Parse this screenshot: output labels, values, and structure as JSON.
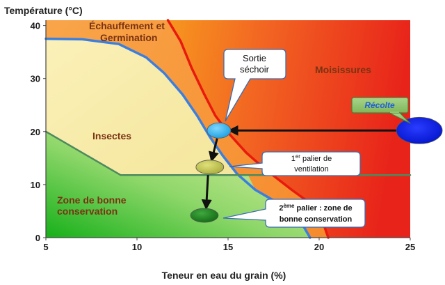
{
  "chart_data": {
    "type": "area",
    "xlabel": "Teneur en eau du grain (%)",
    "ylabel": "Température (°C)",
    "xlim": [
      5,
      25
    ],
    "ylim": [
      0,
      41
    ],
    "xticks": [
      5,
      10,
      15,
      20,
      25
    ],
    "yticks": [
      0,
      10,
      20,
      30,
      40
    ],
    "zones": [
      {
        "label": "Échauffement et Germination",
        "color": "#f99a3c"
      },
      {
        "label": "Moisissures",
        "color": "#ee3b1d"
      },
      {
        "label": "Insectes",
        "color": "#f4e5a0"
      },
      {
        "label": "Zone de bonne conservation",
        "color": "#3fc036"
      }
    ],
    "curves": [
      {
        "color": "#3a7fe0",
        "points": [
          [
            5,
            37.5
          ],
          [
            7,
            37.4
          ],
          [
            9,
            36.5
          ],
          [
            10.5,
            34
          ],
          [
            11.5,
            31
          ],
          [
            12.5,
            27
          ],
          [
            13.3,
            23
          ],
          [
            14,
            19
          ],
          [
            14.7,
            15.5
          ],
          [
            15.5,
            12
          ],
          [
            16.5,
            9
          ],
          [
            18,
            6
          ],
          [
            19,
            3
          ],
          [
            19.5,
            0
          ]
        ]
      },
      {
        "color": "#e81a0e",
        "points": [
          [
            11.7,
            41
          ],
          [
            12.4,
            37
          ],
          [
            13,
            32
          ],
          [
            13.7,
            27
          ],
          [
            14.3,
            23
          ],
          [
            15,
            19.8
          ],
          [
            16,
            16
          ],
          [
            17,
            13
          ],
          [
            18.5,
            9
          ],
          [
            19.5,
            6.5
          ],
          [
            20.2,
            3
          ],
          [
            20.5,
            0
          ]
        ]
      },
      {
        "color": "#4c8a5e",
        "points": [
          [
            5,
            20
          ],
          [
            9.1,
            11.8
          ],
          [
            25,
            11.8
          ]
        ]
      }
    ],
    "markers": [
      {
        "name": "sortie-sechoir",
        "x": 14.5,
        "y": 20.2,
        "color": "#29abe2"
      },
      {
        "name": "premier-palier",
        "x": 14,
        "y": 13.3,
        "color": "#b7bb45"
      },
      {
        "name": "deuxieme-palier",
        "x": 13.7,
        "y": 4.2,
        "color": "#1f7d1f"
      },
      {
        "name": "recolte",
        "x": 25.5,
        "y": 20.2,
        "color": "#0a1fe6"
      }
    ],
    "arrows": [
      {
        "from": [
          25,
          20.2
        ],
        "to": [
          15.1,
          20.2
        ]
      },
      {
        "from": [
          14.4,
          18.7
        ],
        "to": [
          14.1,
          14.6
        ]
      },
      {
        "from": [
          13.9,
          11.8
        ],
        "to": [
          13.8,
          5.6
        ]
      }
    ]
  },
  "axis": {
    "y_title": "Température (°C)",
    "x_title": "Teneur en eau du grain (%)",
    "x_ticks": [
      "5",
      "10",
      "15",
      "20",
      "25"
    ],
    "y_ticks": [
      "0",
      "10",
      "20",
      "30",
      "40"
    ]
  },
  "zones": {
    "germination_line1": "Échauffement et",
    "germination_line2": "Germination",
    "moisissures": "Moisissures",
    "insectes": "Insectes",
    "conservation_line1": "Zone de bonne",
    "conservation_line2": "conservation"
  },
  "callouts": {
    "sortie_line1": "Sortie",
    "sortie_line2": "séchoir",
    "recolte": "Récolte",
    "palier1_num": "1",
    "palier1_sup": "er",
    "palier1_line1_rest": " palier de",
    "palier1_line2": "ventilation",
    "palier2_num": "2",
    "palier2_sup": "ème",
    "palier2_line1_rest": " palier : zone de",
    "palier2_line2": "bonne conservation"
  }
}
